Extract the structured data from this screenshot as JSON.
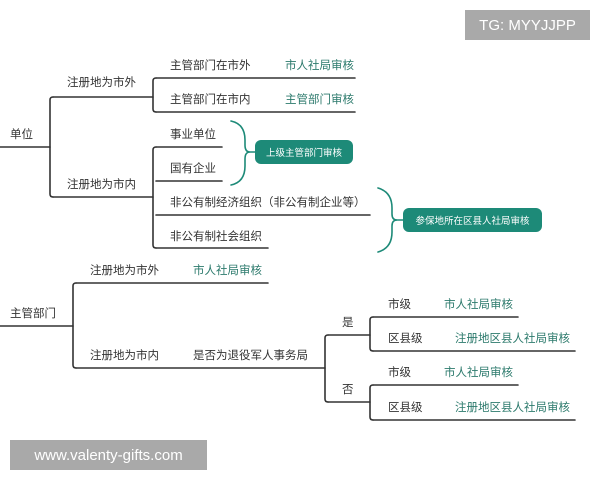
{
  "watermarks": {
    "top_right": "TG: MYYJJPP",
    "bottom_left": "www.valenty-gifts.com"
  },
  "colors": {
    "line": "#333333",
    "accent_green": "#1d8a78",
    "green_text": "#2c7a6c",
    "watermark_bg": "#a9a9a9"
  },
  "tree1": {
    "root": "单位",
    "branch_outside": {
      "label": "注册地为市外",
      "children": [
        {
          "label": "主管部门在市外",
          "result": "市人社局审核"
        },
        {
          "label": "主管部门在市内",
          "result": "主管部门审核"
        }
      ]
    },
    "branch_inside": {
      "label": "注册地为市内",
      "children": [
        {
          "label": "事业单位"
        },
        {
          "label": "国有企业"
        },
        {
          "label": "非公有制经济组织（非公有制企业等）"
        },
        {
          "label": "非公有制社会组织"
        }
      ],
      "group1_result": "上级主管部门审核",
      "group2_result": "参保地所在区县人社局审核"
    }
  },
  "tree2": {
    "root": "主管部门",
    "branch_outside": {
      "label": "注册地为市外",
      "result": "市人社局审核"
    },
    "branch_inside": {
      "label": "注册地为市内",
      "question": "是否为退役军人事务局",
      "yes": {
        "label": "是",
        "children": [
          {
            "label": "市级",
            "result": "市人社局审核"
          },
          {
            "label": "区县级",
            "result": "注册地区县人社局审核"
          }
        ]
      },
      "no": {
        "label": "否",
        "children": [
          {
            "label": "市级",
            "result": "市人社局审核"
          },
          {
            "label": "区县级",
            "result": "注册地区县人社局审核"
          }
        ]
      }
    }
  }
}
